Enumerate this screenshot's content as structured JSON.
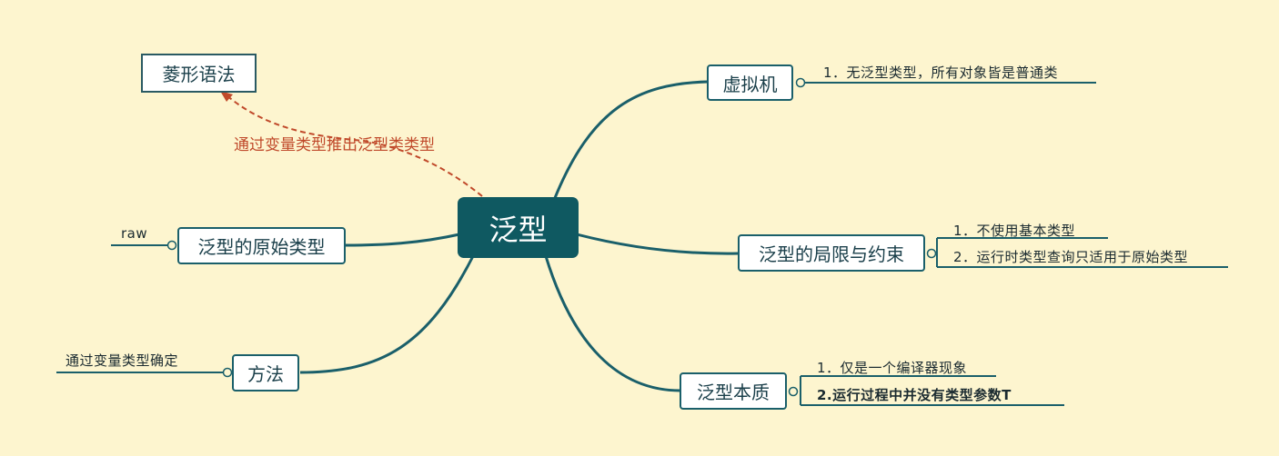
{
  "central": {
    "label": "泛型"
  },
  "floating": {
    "label": "菱形语法"
  },
  "relation": {
    "label": "通过变量类型推出泛型类类型"
  },
  "right": [
    {
      "label": "虚拟机",
      "children": [
        "1．无泛型类型，所有对象皆是普通类"
      ]
    },
    {
      "label": "泛型的局限与约束",
      "children": [
        "1．不使用基本类型",
        "2．运行时类型查询只适用于原始类型"
      ]
    },
    {
      "label": "泛型本质",
      "children": [
        "1．仅是一个编译器现象",
        "2.运行过程中并没有类型参数T"
      ]
    }
  ],
  "left": [
    {
      "label": "泛型的原始类型",
      "children": [
        "raw"
      ]
    },
    {
      "label": "方法",
      "children": [
        "通过变量类型确定"
      ]
    }
  ],
  "colors": {
    "background": "#fdf5cf",
    "central_fill": "#0f5961",
    "branch_line": "#1a5f6a",
    "relation": "#c0492a"
  }
}
